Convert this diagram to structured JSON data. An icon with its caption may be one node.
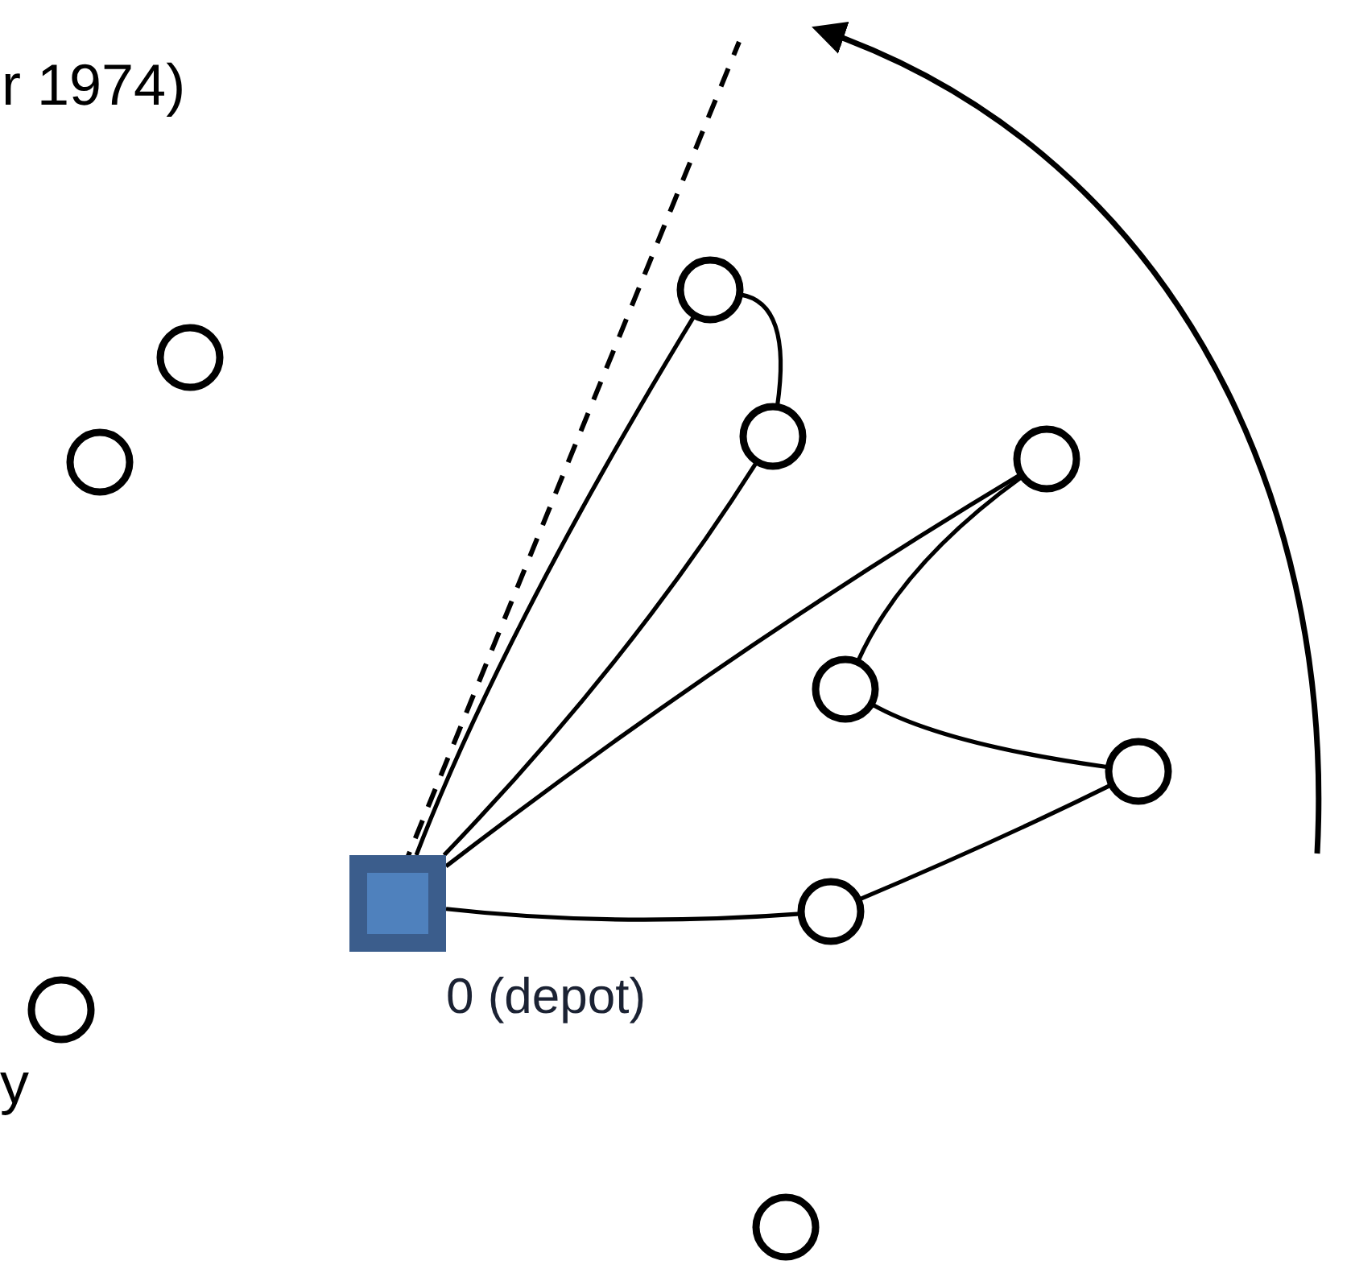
{
  "diagram": {
    "nodes": [
      {
        "text": [
          "0 (depot)"
        ]
      },
      {
        "text": [],
        "shape": "circle"
      },
      {
        "text": [],
        "shape": "circle"
      },
      {
        "text": [],
        "shape": "circle"
      },
      {
        "text": [],
        "shape": "circle"
      },
      {
        "text": [],
        "shape": "circle"
      },
      {
        "text": [],
        "shape": "circle"
      },
      {
        "text": [],
        "shape": "circle"
      },
      {
        "text": [],
        "shape": "circle"
      },
      {
        "text": [],
        "shape": "circle"
      },
      {
        "text": [],
        "shape": "circle"
      }
    ],
    "edges": [
      {
        "from": 0,
        "to": 1,
        "arrow": "none"
      },
      {
        "from": 1,
        "to": 2,
        "arrow": "none"
      },
      {
        "from": 2,
        "to": 0,
        "arrow": "none"
      },
      {
        "from": 0,
        "to": 3,
        "arrow": "none"
      },
      {
        "from": 3,
        "to": 4,
        "arrow": "none"
      },
      {
        "from": 4,
        "to": 5,
        "arrow": "none"
      },
      {
        "from": 5,
        "to": 6,
        "arrow": "none"
      },
      {
        "from": 6,
        "to": 0,
        "arrow": "none"
      }
    ],
    "labels": [
      "r 1974)",
      "y"
    ]
  }
}
